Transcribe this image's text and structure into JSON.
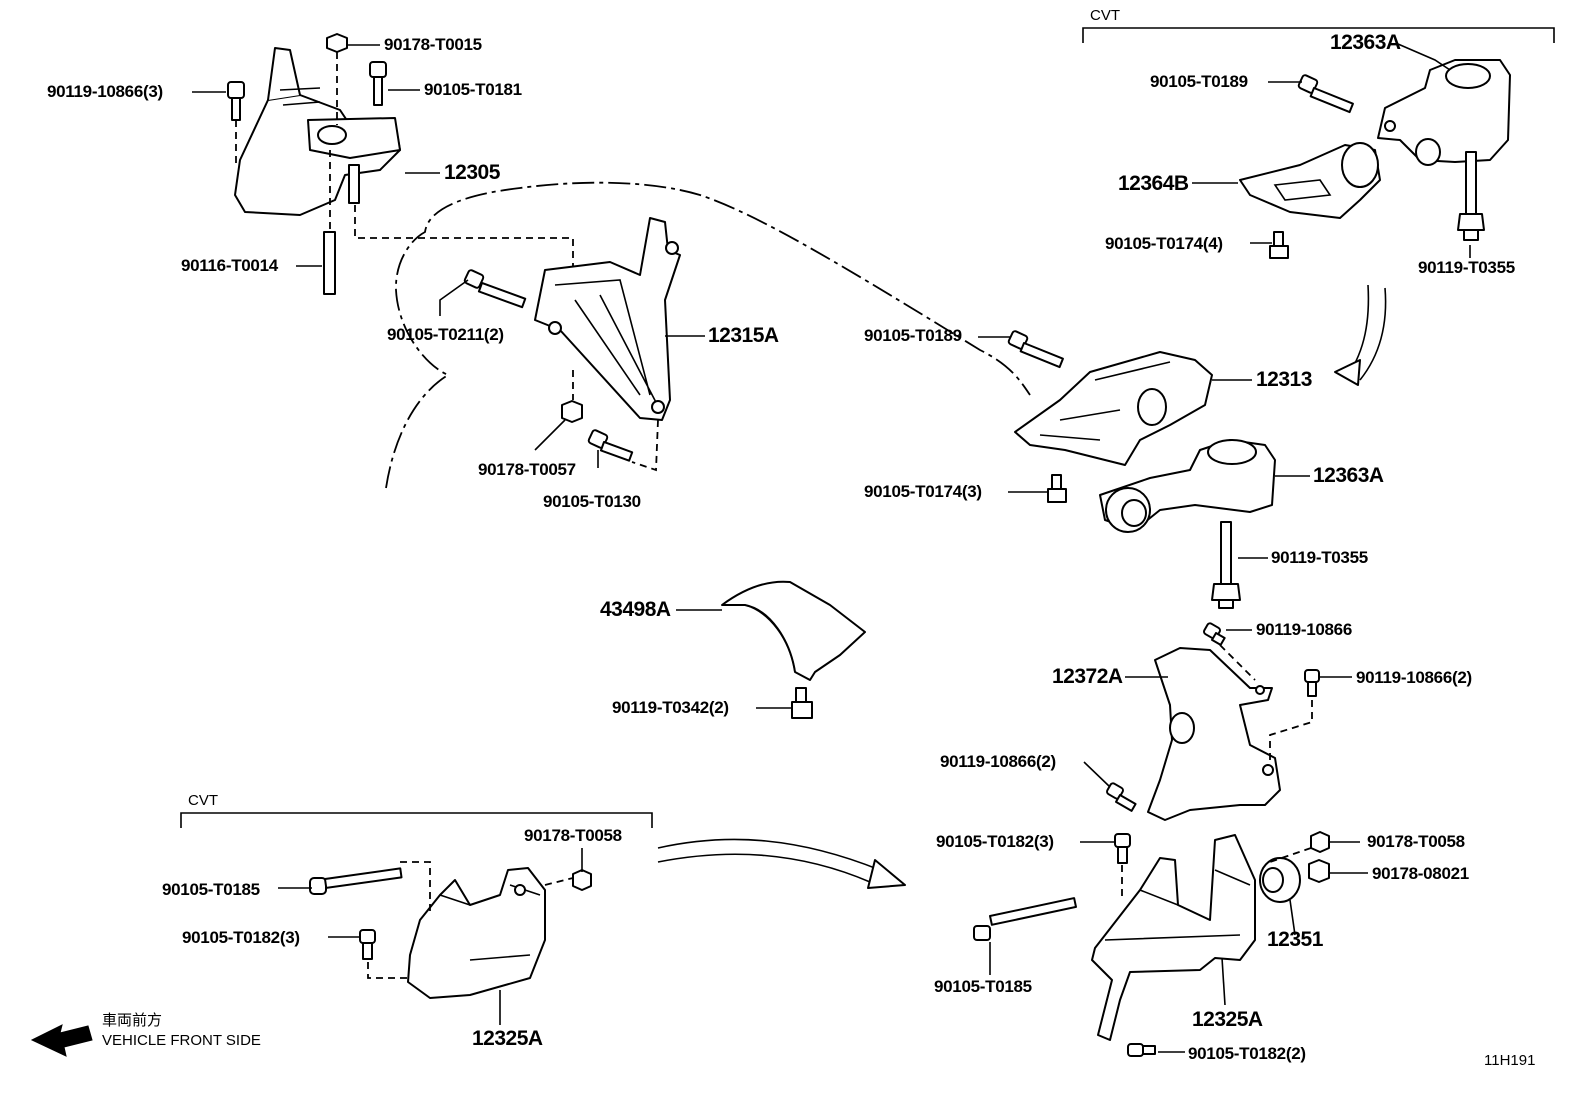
{
  "group_labels": {
    "cvt_top": "CVT",
    "cvt_bottom": "CVT"
  },
  "labels": {
    "p90178_T0015": "90178-T0015",
    "p90119_10866_3_a": "90119-10866(3)",
    "p90105_T0181": "90105-T0181",
    "p12305": "12305",
    "p90116_T0014": "90116-T0014",
    "p90105_T0211_2": "90105-T0211(2)",
    "p12315A": "12315A",
    "p90178_T0057": "90178-T0057",
    "p90105_T0130": "90105-T0130",
    "p12363A_top": "12363A",
    "p90105_T0189_top": "90105-T0189",
    "p12364B": "12364B",
    "p90105_T0174_4": "90105-T0174(4)",
    "p90119_T0355_top": "90119-T0355",
    "p90105_T0189_mid": "90105-T0189",
    "p12313": "12313",
    "p12363A_mid": "12363A",
    "p90105_T0174_3": "90105-T0174(3)",
    "p90119_T0355_mid": "90119-T0355",
    "p43498A": "43498A",
    "p90119_T0342_2": "90119-T0342(2)",
    "p90119_10866": "90119-10866",
    "p12372A": "12372A",
    "p90119_10866_2_r": "90119-10866(2)",
    "p90119_10866_2_l": "90119-10866(2)",
    "p90105_T0182_3_r": "90105-T0182(3)",
    "p90178_T0058_r": "90178-T0058",
    "p90178_08021": "90178-08021",
    "p12351": "12351",
    "p90105_T0185_r": "90105-T0185",
    "p12325A_r": "12325A",
    "p90105_T0182_2": "90105-T0182(2)",
    "p90178_T0058_l": "90178-T0058",
    "p90105_T0185_l": "90105-T0185",
    "p90105_T0182_3_l": "90105-T0182(3)",
    "p12325A_l": "12325A"
  },
  "footer": {
    "direction_jp": "車両前方",
    "direction_en": "VEHICLE FRONT SIDE",
    "figure_id": "11H191"
  }
}
